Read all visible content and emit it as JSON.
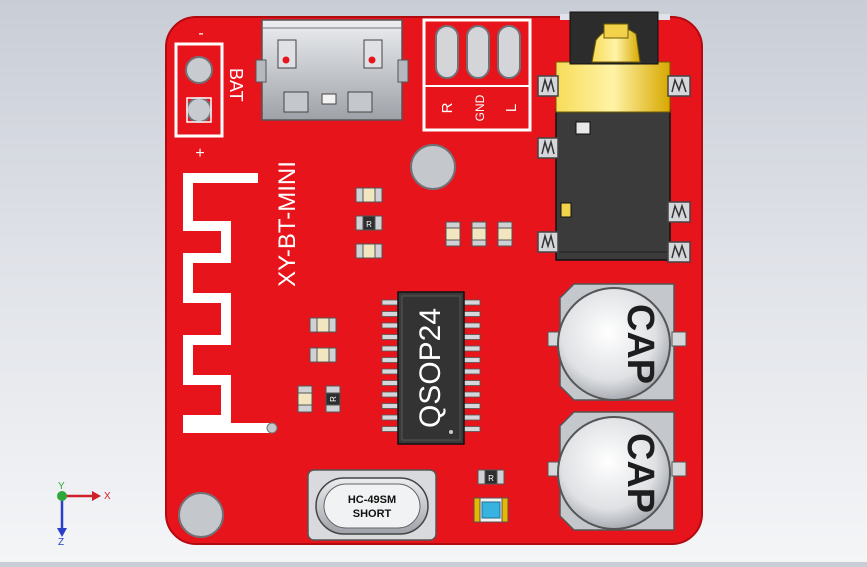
{
  "board": {
    "model": "XY-BT-MINI",
    "battery": {
      "label": "BAT",
      "minus": "-",
      "plus": "+"
    },
    "audio_pads": [
      "R",
      "GND",
      "L"
    ],
    "chip": "QSOP24",
    "capacitors": [
      "CAP",
      "CAP"
    ],
    "crystal": {
      "line1": "HC-49SM",
      "line2": "SHORT"
    },
    "resistor_mark": "R"
  },
  "triad": {
    "x": "X",
    "y": "Y",
    "z": "Z"
  },
  "colors": {
    "pcb": "#e8141c",
    "pcb_edge": "#b30a10",
    "silk": "#ffffff",
    "metal": "#c9ccd2",
    "chip": "#3a3a3a",
    "jack": "#3b3b3b",
    "gold": "#e6b800"
  }
}
